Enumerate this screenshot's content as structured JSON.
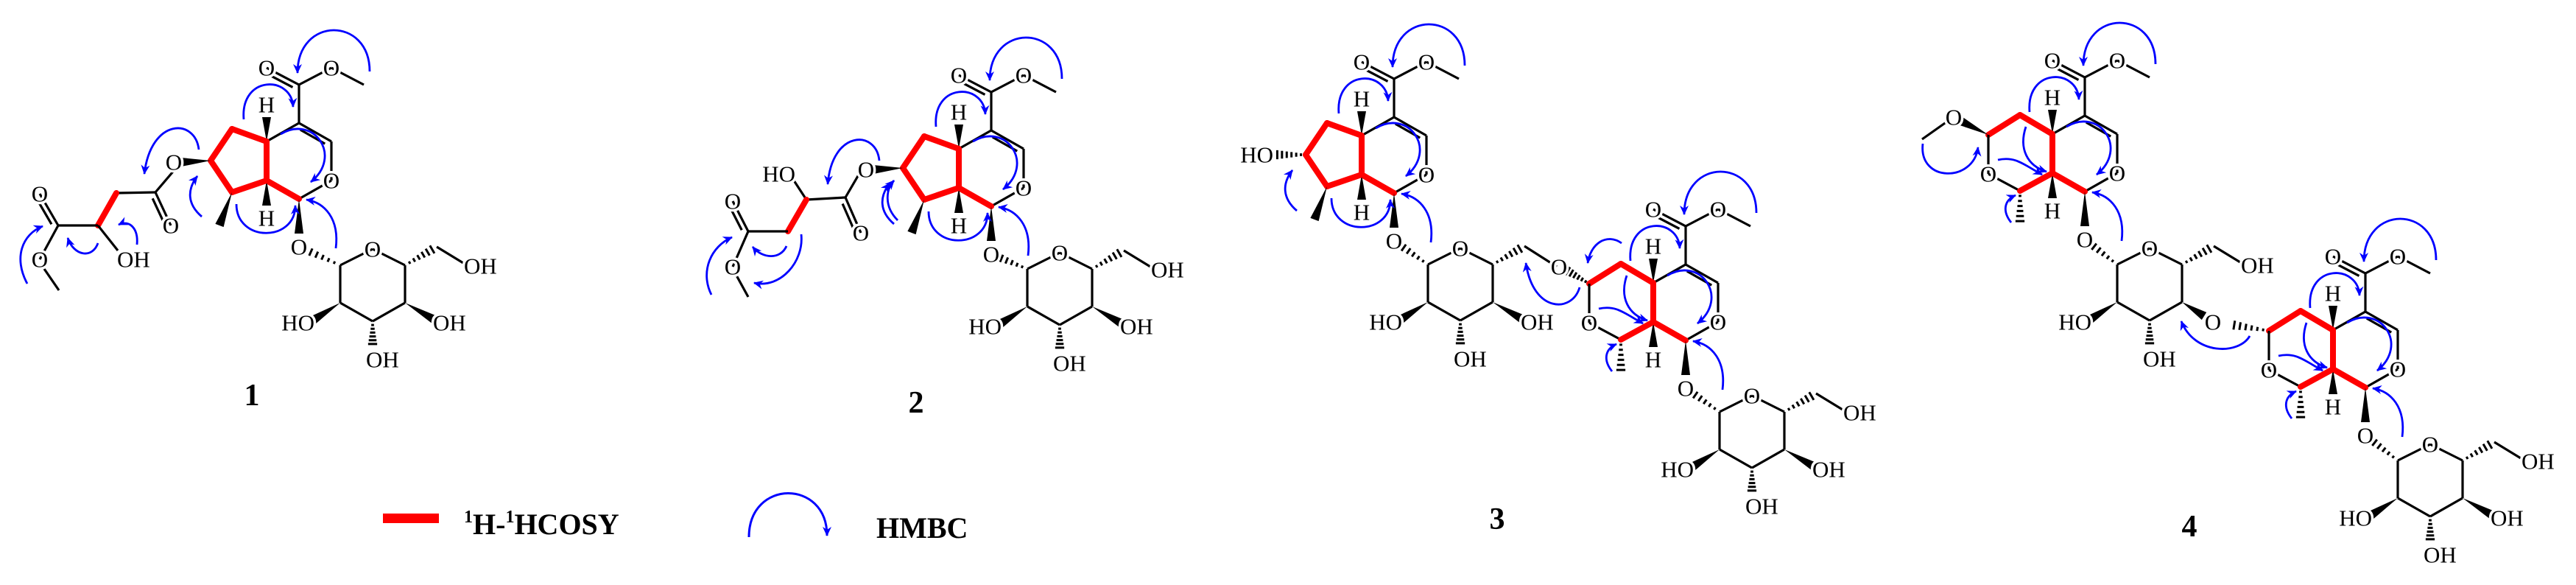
{
  "atom_labels": {
    "O": "O",
    "H": "H",
    "OH": "OH",
    "HO": "HO"
  },
  "compounds": [
    {
      "label": "1"
    },
    {
      "label": "2"
    },
    {
      "label": "3"
    },
    {
      "label": "4"
    }
  ],
  "legend": {
    "cosy": {
      "sup1": "1",
      "h": "H-",
      "sup2": "1",
      "rest": "HCOSY",
      "color": "#ff0000"
    },
    "hmbc": {
      "label": "HMBC",
      "color": "#0000ff"
    }
  },
  "colors": {
    "bond": "#000000",
    "cosy": "#ff0000",
    "hmbc": "#0000ff"
  }
}
